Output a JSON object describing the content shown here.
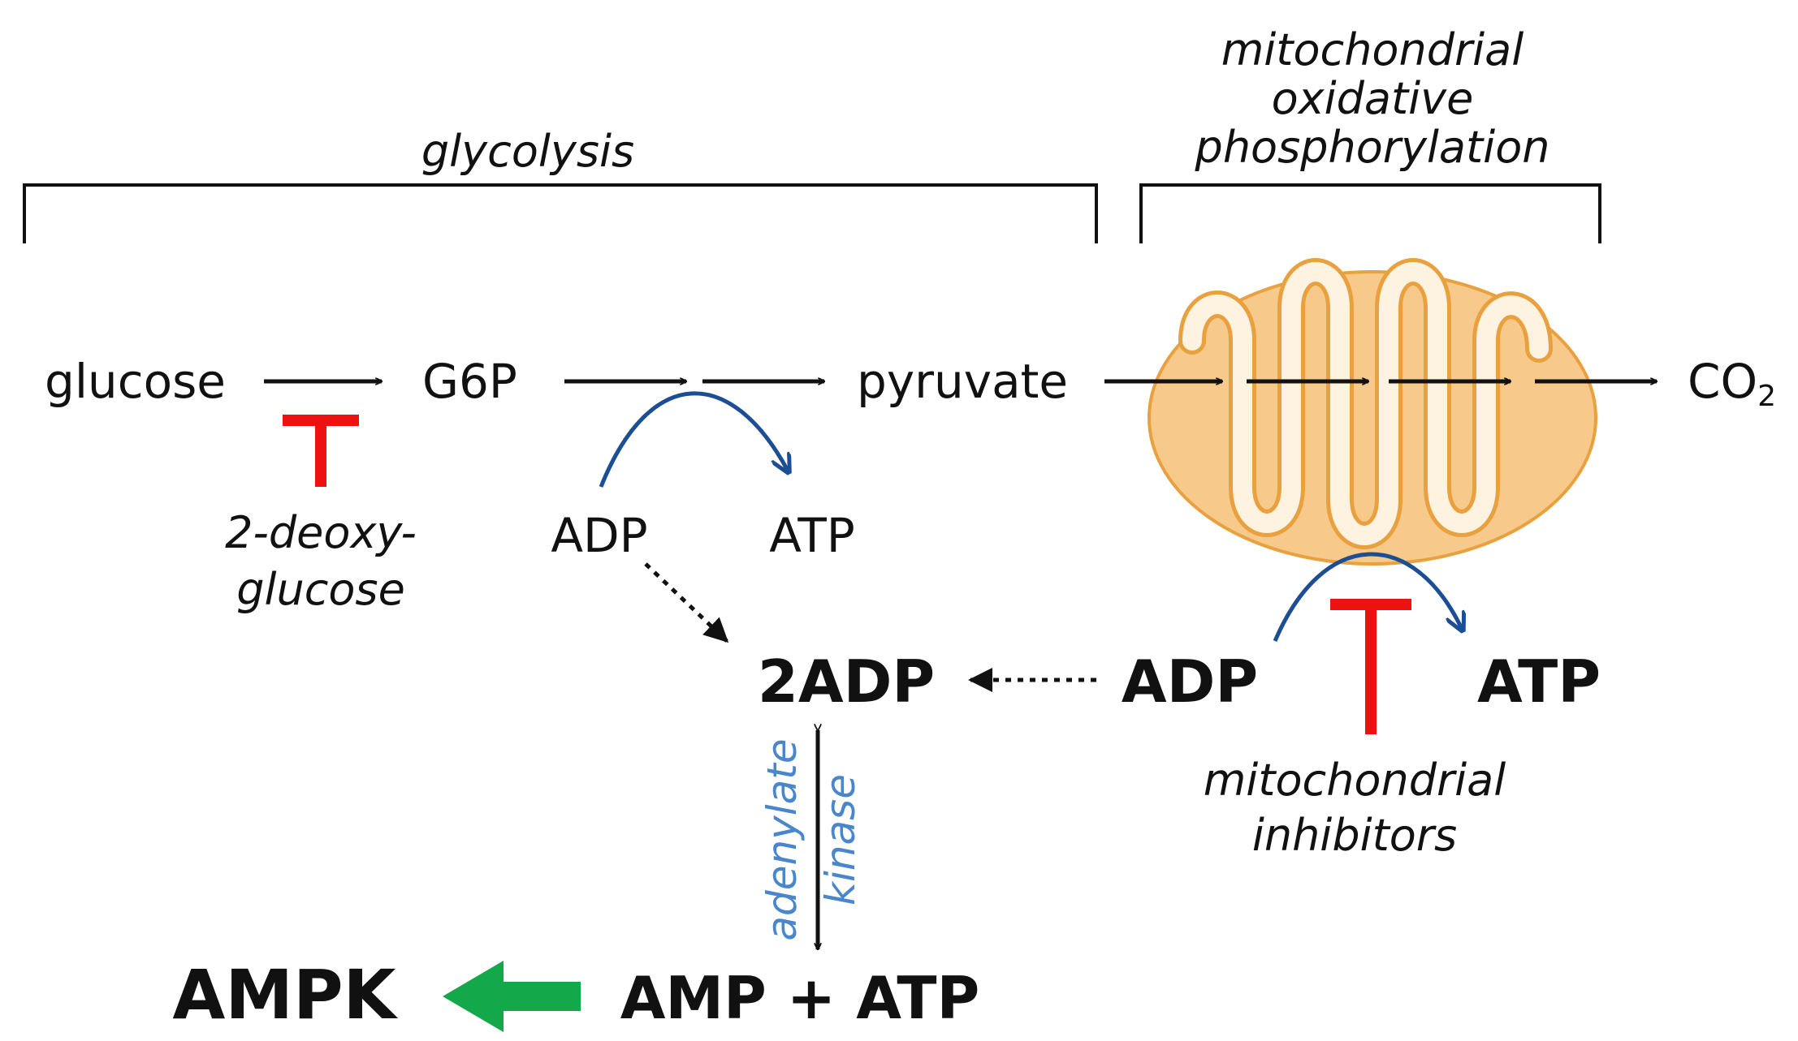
{
  "labels": {
    "glycolysis": "glycolysis",
    "oxphos_line1": "mitochondrial",
    "oxphos_line2": "oxidative",
    "oxphos_line3": "phosphorylation",
    "glucose": "glucose",
    "g6p": "G6P",
    "pyruvate": "pyruvate",
    "co2": "CO",
    "co2_sub": "2",
    "deoxy_line1": "2-deoxy-",
    "deoxy_line2": "glucose",
    "adp_glyco": "ADP",
    "atp_glyco": "ATP",
    "adp2": "2ADP",
    "adp_mito": "ADP",
    "atp_mito": "ATP",
    "inhib_line1": "mitochondrial",
    "inhib_line2": "inhibitors",
    "enzyme_line1": "adenylate",
    "enzyme_line2": "kinase",
    "ampk": "AMPK",
    "amp_atp": "AMP + ATP"
  },
  "colors": {
    "inhibitor": "#ee1111",
    "coupling_arrow": "#1c4e96",
    "enzyme_text": "#4a86cc",
    "activation_arrow": "#13a84a",
    "mito_fill": "#f7c98a",
    "mito_stroke": "#e9a03f",
    "mito_crista": "#fdf3e0"
  }
}
